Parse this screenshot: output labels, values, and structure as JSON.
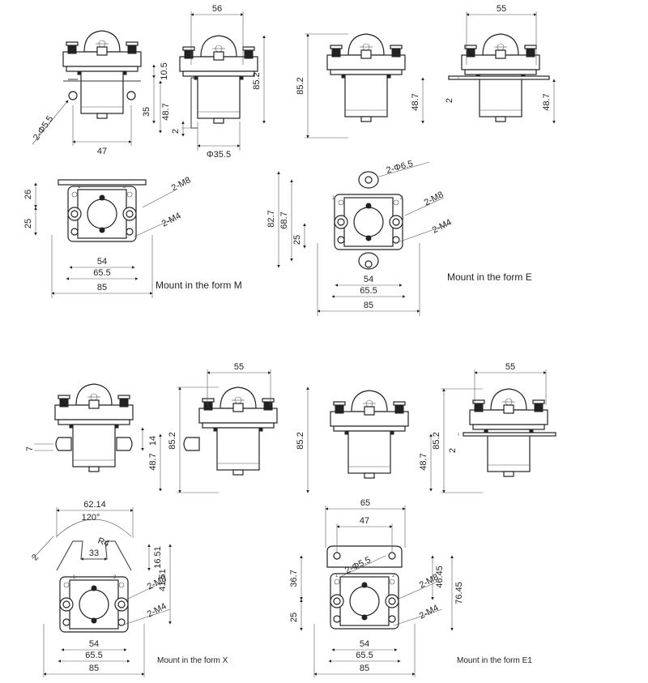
{
  "captions": {
    "form_m": "Mount in the form M",
    "form_e": "Mount in the form E",
    "form_x": "Mount in the form X",
    "form_e1": "Mount in the form E1"
  },
  "dims": {
    "d56": "56",
    "d55a": "55",
    "d10_5": "10.5",
    "d85_2a": "85.2",
    "d85_2b": "85.2",
    "d35": "35",
    "d48_7a": "48.7",
    "d48_7b": "48.7",
    "d2phi5_5a": "2-Φ5.5",
    "d47a": "47",
    "dphi35_5": "Φ35.5",
    "d2a": "2",
    "d26": "26",
    "d25a": "25",
    "d2m8a": "2-M8",
    "d2m4a": "2-M4",
    "d54a": "54",
    "d65_5a": "65.5",
    "d85a": "85",
    "d2phi6_5": "2-Φ6.5",
    "d82_7": "82.7",
    "d68_7": "68.7",
    "d25b": "25",
    "d2m8b": "2-M8",
    "d2m4b": "2-M4",
    "d54b": "54",
    "d65_5b": "65.5",
    "d85b": "85",
    "d7": "7",
    "d14": "14",
    "d48_7c": "48.7",
    "d55b": "55",
    "d85_2c": "85.2",
    "d48_7d": "48.7",
    "d85_2d": "85.2",
    "d48_7e": "48.7",
    "d55c": "55",
    "d85_2e": "85.2",
    "d2b": "2",
    "d62_14": "62.14",
    "d120": "120°",
    "dR4": "R4",
    "d33": "33",
    "d16_51": "16.51",
    "d41_51": "41.51",
    "d2c": "2",
    "d2m8c": "2-M8",
    "d2m4c": "2-M4",
    "d54c": "54",
    "d65_5c": "65.5",
    "d85c": "85",
    "d65": "65",
    "d47b": "47",
    "d2phi5_5b": "2-Φ5.5",
    "d36_7": "36.7",
    "d46_45": "46.45",
    "d76_45": "76.45",
    "d25c": "25",
    "d2m8d": "2-M8",
    "d2m4d": "2-M4",
    "d54d": "54",
    "d65_5d": "65.5",
    "d85d": "85"
  },
  "terminal_marks": {
    "t1": "1",
    "t2": "2"
  }
}
